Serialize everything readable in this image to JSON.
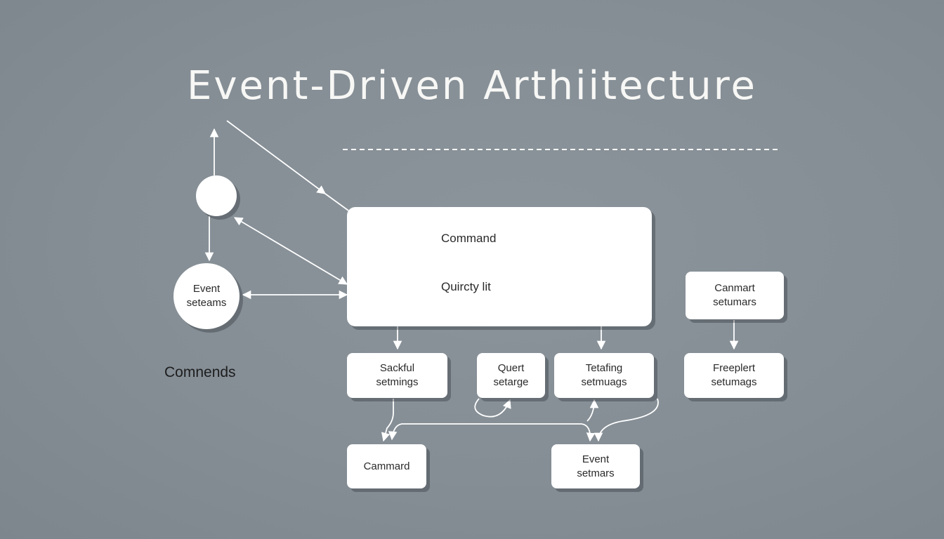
{
  "diagram": {
    "title": "Event-Driven Arthiitecture",
    "side_label": "Comnends",
    "main_block": {
      "command_label": "Command",
      "query_label": "Quircty lit"
    },
    "nodes": {
      "top_circle": "",
      "event_streams": {
        "line1": "Event",
        "line2": "seteams"
      },
      "sackful": {
        "line1": "Sackful",
        "line2": "setmings"
      },
      "quert": {
        "line1": "Quert",
        "line2": "setarge"
      },
      "tetafing": {
        "line1": "Tetafing",
        "line2": "setmuags"
      },
      "canmart": {
        "line1": "Canmart",
        "line2": "setumars"
      },
      "freeplert": {
        "line1": "Freeplert",
        "line2": "setumags"
      },
      "cammard": {
        "line1": "Cammard"
      },
      "event_setmars": {
        "line1": "Event",
        "line2": "setmars"
      }
    },
    "colors": {
      "background": "#848d94",
      "node_fill": "#ffffff",
      "connector": "#ffffff",
      "title": "#f7f7f5",
      "node_text": "#2a2a2a"
    }
  }
}
